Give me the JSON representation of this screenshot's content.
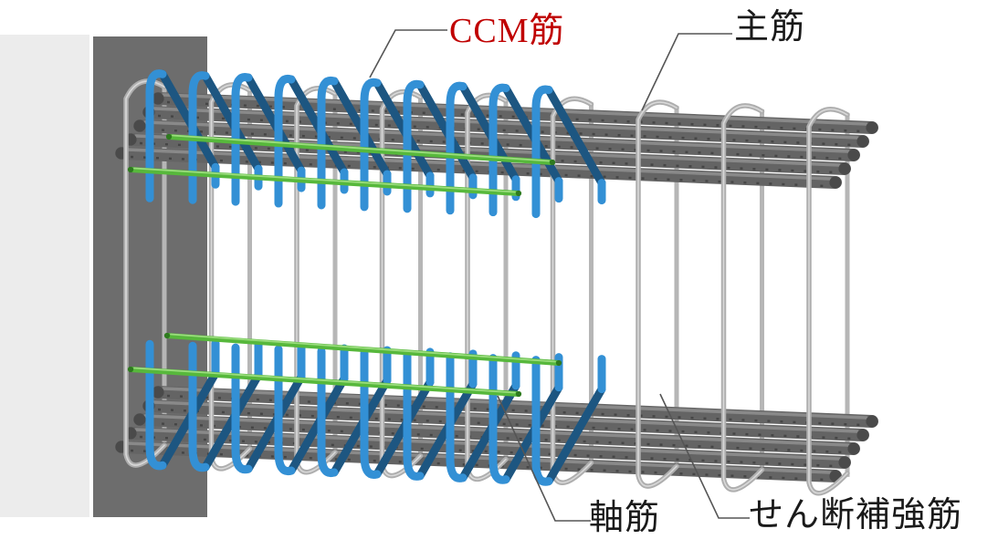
{
  "figure": {
    "title": "beam reinforcement 3d diagram",
    "background_color": "#ffffff",
    "wall": {
      "color": "#ececec"
    },
    "column": {
      "color": "#6d6d6d"
    },
    "main_bars": {
      "count_top": 5,
      "count_bottom": 5,
      "color": "#646464",
      "highlight_color": "#8e8e8e",
      "rib_color": "#454545",
      "end_color": "#4a4a4a"
    },
    "shear_stirrups": {
      "count": 9,
      "color": "#aeaeae",
      "highlight_color": "#d8d8d8"
    },
    "ccm_bars": {
      "count_top": 10,
      "count_bottom": 10,
      "color": "#3390d5",
      "shade_color": "#1d5681"
    },
    "axial_bars": {
      "count": 4,
      "color": "#57b83c",
      "highlight_color": "#9bdd7e",
      "end_color": "#2e7a1f"
    },
    "leader_line_color": "#555555"
  },
  "labels": {
    "ccm": {
      "text": "CCM筋",
      "color": "#c00000"
    },
    "main": {
      "text": "主筋",
      "color": "#1a1a1a"
    },
    "axial": {
      "text": "軸筋",
      "color": "#1a1a1a"
    },
    "shear": {
      "text": "せん断補強筋",
      "color": "#1a1a1a"
    }
  }
}
